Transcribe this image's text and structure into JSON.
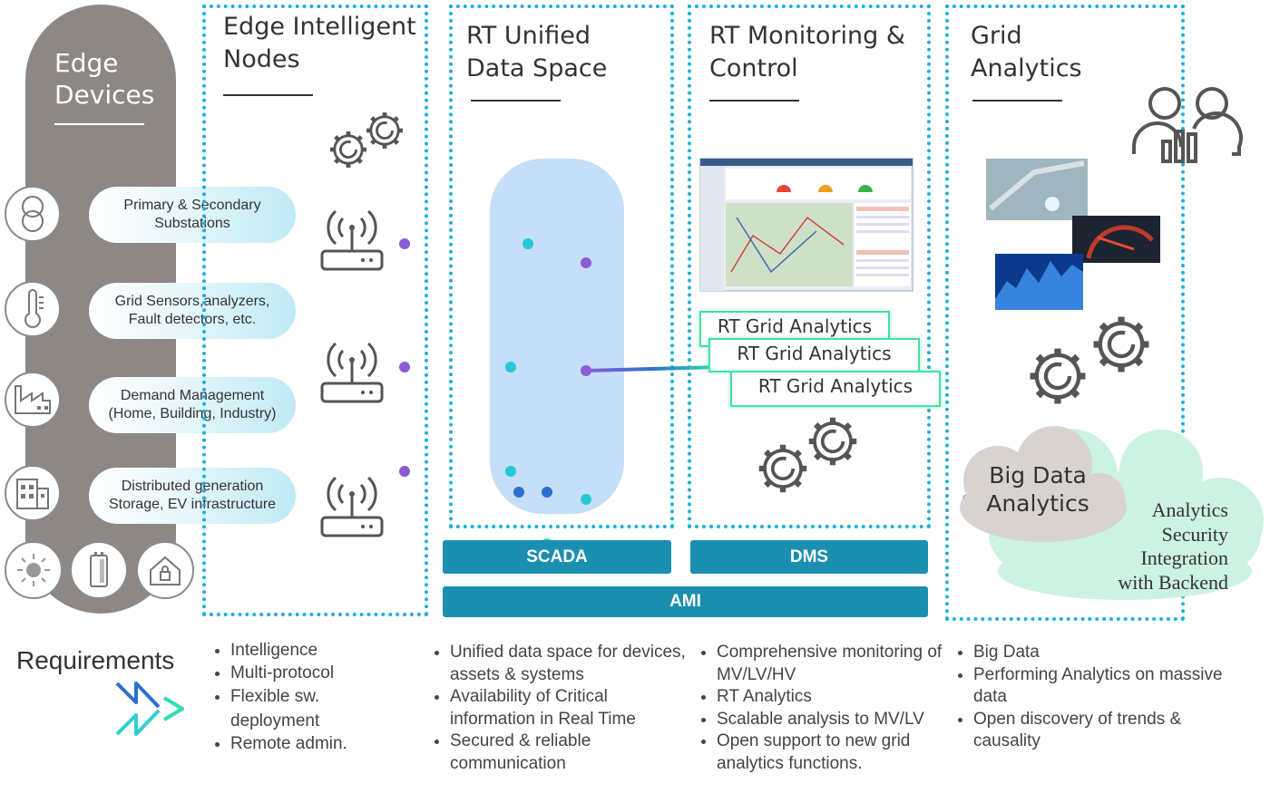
{
  "edge_devices": {
    "title_line1": "Edge",
    "title_line2": "Devices",
    "pills": [
      {
        "line1": "Primary & Secondary",
        "line2": "Substations",
        "icon": "transformer-icon"
      },
      {
        "line1": "Grid Sensors,analyzers,",
        "line2": "Fault detectors, etc.",
        "icon": "thermometer-icon"
      },
      {
        "line1": "Demand Management",
        "line2": "(Home, Building, Industry)",
        "icon": "factory-icon"
      },
      {
        "line1": "Distributed generation",
        "line2": "Storage, EV infrastructure",
        "icon": "building-icon"
      }
    ],
    "bottom_icons": [
      "sun-icon",
      "battery-icon",
      "home-lock-icon"
    ]
  },
  "columns": {
    "edge_nodes": {
      "line1": "Edge Intelligent",
      "line2": "Nodes"
    },
    "unified": {
      "line1": "RT Unified",
      "line2": "Data Space"
    },
    "monitoring": {
      "line1": "RT Monitoring &",
      "line2": "Control"
    },
    "grid": {
      "line1": "Grid",
      "line2": "Analytics"
    }
  },
  "bars": {
    "scada": "SCADA",
    "dms": "DMS",
    "ami": "AMI"
  },
  "rt_grid_analytics": [
    "RT Grid Analytics",
    "RT Grid Analytics",
    "RT Grid Analytics"
  ],
  "big_data": {
    "line1": "Big Data",
    "line2": "Analytics"
  },
  "cloud_text": [
    "Analytics",
    "Security",
    "Integration",
    "with Backend"
  ],
  "requirements": {
    "title": "Requirements",
    "edge_nodes": [
      "Intelligence",
      "Multi-protocol",
      "Flexible sw.\ndeployment",
      "Remote admin."
    ],
    "unified": [
      "Unified data space for devices, assets & systems",
      "Availability  of Critical information in Real Time",
      "Secured & reliable communication"
    ],
    "monitoring": [
      "Comprehensive monitoring of MV/LV/HV",
      "RT Analytics",
      "Scalable analysis to MV/LV",
      "Open support to new grid analytics functions."
    ],
    "grid": [
      "Big Data",
      "Performing  Analytics   on massive data",
      "Open discovery of trends  & causality"
    ]
  },
  "colors": {
    "accent": "#1ab0dc",
    "bar": "#1a8fb0",
    "green": "#3fe3a0",
    "purple": "#8a5cd6",
    "edge_bg": "#8e8884"
  }
}
